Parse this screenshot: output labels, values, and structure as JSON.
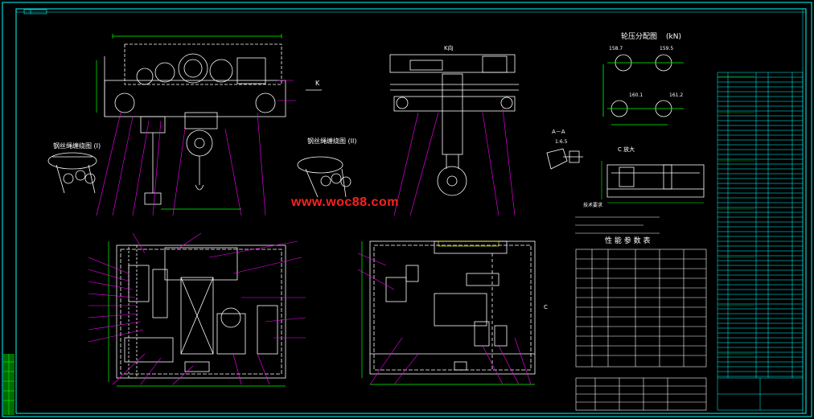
{
  "watermark": "www.woc88.com",
  "labels": {
    "k_view_arrow": "K",
    "k_view_title": "K向",
    "aa_section": "A－A",
    "aa_scale": "1:6.5",
    "c_detail": "C 放大",
    "cable_left": "钢丝绳缠绕图 (I)",
    "cable_right": "钢丝绳缠绕图 (II)",
    "wheel_load_title": "轮压分配图",
    "wheel_load_unit": "(kN)",
    "wheel_load_1": "158.7",
    "wheel_load_2": "159.5",
    "wheel_load_3": "160.1",
    "wheel_load_4": "161.2",
    "spec_table_title": "性 能 参 数 表",
    "note_title": "技术要求",
    "c_marker": "C"
  },
  "colors": {
    "background": "#000000",
    "frame": "#00ffff",
    "drawing": "#ffffff",
    "hatch": "#00ff00",
    "callout": "#ff00ff",
    "accent": "#ffff00",
    "watermark": "#ff2020"
  }
}
